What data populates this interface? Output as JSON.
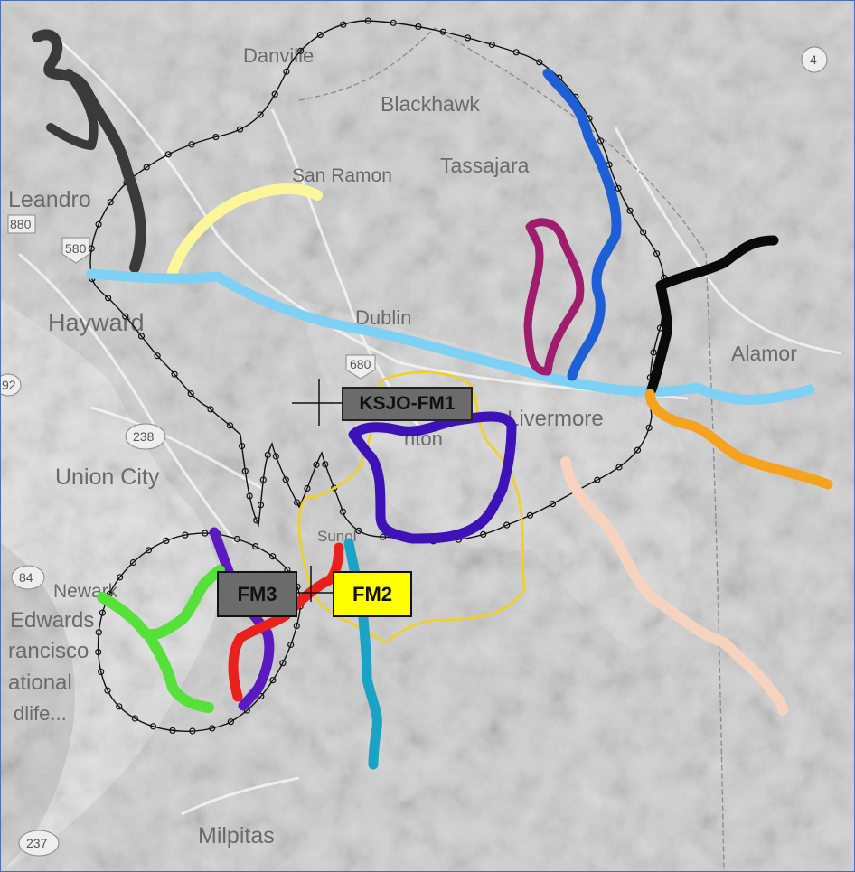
{
  "map": {
    "places": {
      "danville": "Danville",
      "blackhawk": "Blackhawk",
      "tassajara": "Tassajara",
      "san_ramon": "San Ramon",
      "san_leandro": "Leandro",
      "hayward": "Hayward",
      "dublin": "Dublin",
      "alamo": "Alamor",
      "livermore": "Livermore",
      "pleasanton": "nton",
      "union_city": "Union City",
      "newark": "Newark",
      "edwards": "Edwards",
      "francisco": "rancisco",
      "national": "ational",
      "wildlife": "dlife...",
      "milpitas": "Milpitas",
      "sunol": "Sunol"
    },
    "shields": [
      "4",
      "580",
      "880",
      "238",
      "680",
      "84",
      "237",
      "92"
    ],
    "station_labels": {
      "fm1": "KSJO-FM1",
      "fm2": "FM2",
      "fm3": "FM3"
    },
    "colors": {
      "fm1_box": "#6b6b6b",
      "fm2_box": "#ffff00",
      "fm3_box": "#6b6b6b",
      "dark_gray": "#3a3a3a",
      "blue": "#1f5fd6",
      "magenta": "#a01d6e",
      "black": "#0a0a0a",
      "light_blue": "#7fd0f5",
      "yellow_light": "#fbf69a",
      "orange": "#f5a31e",
      "peach": "#f5d3bf",
      "indigo": "#3d12b8",
      "purple": "#5a1ac0",
      "red": "#e8201e",
      "teal": "#1aa3c4",
      "green": "#55e03a",
      "yellow_contour": "#f0d21a"
    }
  }
}
